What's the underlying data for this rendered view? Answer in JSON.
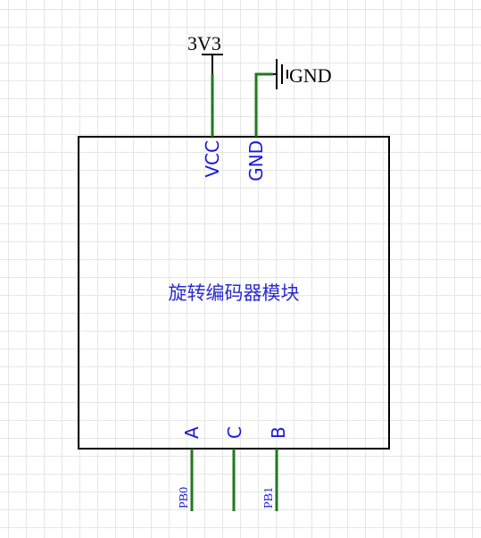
{
  "module": {
    "name": "旋转编码器模块"
  },
  "power": {
    "vcc_net": "3V3",
    "gnd_net": "GND"
  },
  "pins": {
    "vcc": "VCC",
    "gnd": "GND",
    "a": "A",
    "c": "C",
    "b": "B"
  },
  "nets": {
    "a": "PB0",
    "b": "PB1"
  },
  "colors": {
    "wire": "#1e7a1e",
    "pin_text": "#1a1ad6",
    "outline": "#000000"
  }
}
